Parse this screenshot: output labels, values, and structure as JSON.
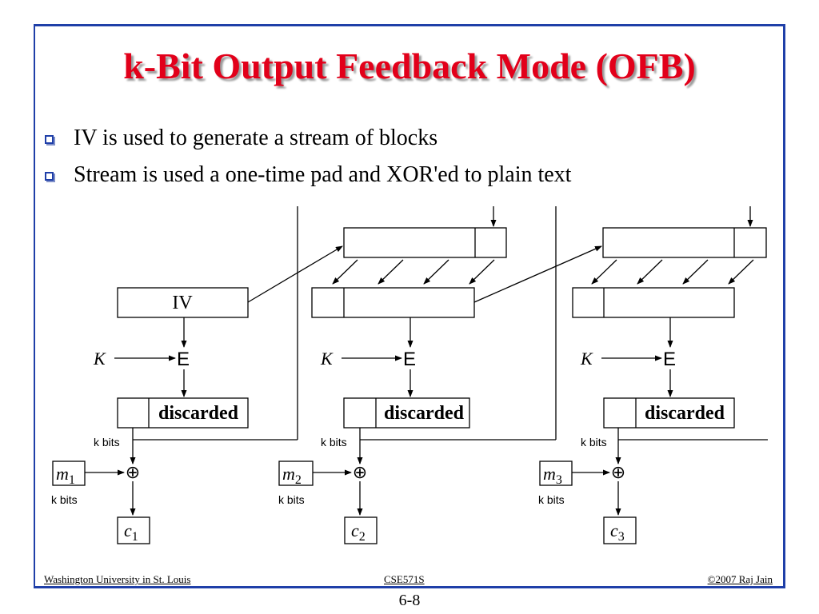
{
  "slide": {
    "title": "k-Bit Output Feedback Mode (OFB)",
    "bullets": [
      "IV is used to generate a stream of blocks",
      "Stream is used a one-time pad and XOR'ed to plain text"
    ]
  },
  "diagram": {
    "iv_label": "IV",
    "key_label": "K",
    "encrypt_label": "E",
    "discarded_label": "discarded",
    "kbits_label": "k bits",
    "xor_symbol": "⊕",
    "stages": [
      {
        "message_var": "m",
        "message_sub": "1",
        "cipher_var": "c",
        "cipher_sub": "1"
      },
      {
        "message_var": "m",
        "message_sub": "2",
        "cipher_var": "c",
        "cipher_sub": "2"
      },
      {
        "message_var": "m",
        "message_sub": "3",
        "cipher_var": "c",
        "cipher_sub": "3"
      }
    ]
  },
  "footer": {
    "left": "Washington University in St. Louis",
    "center": "CSE571S",
    "right": "©2007 Raj Jain",
    "page": "6-8"
  },
  "colors": {
    "title": "#e2001a",
    "frame": "#1f3fa8"
  }
}
